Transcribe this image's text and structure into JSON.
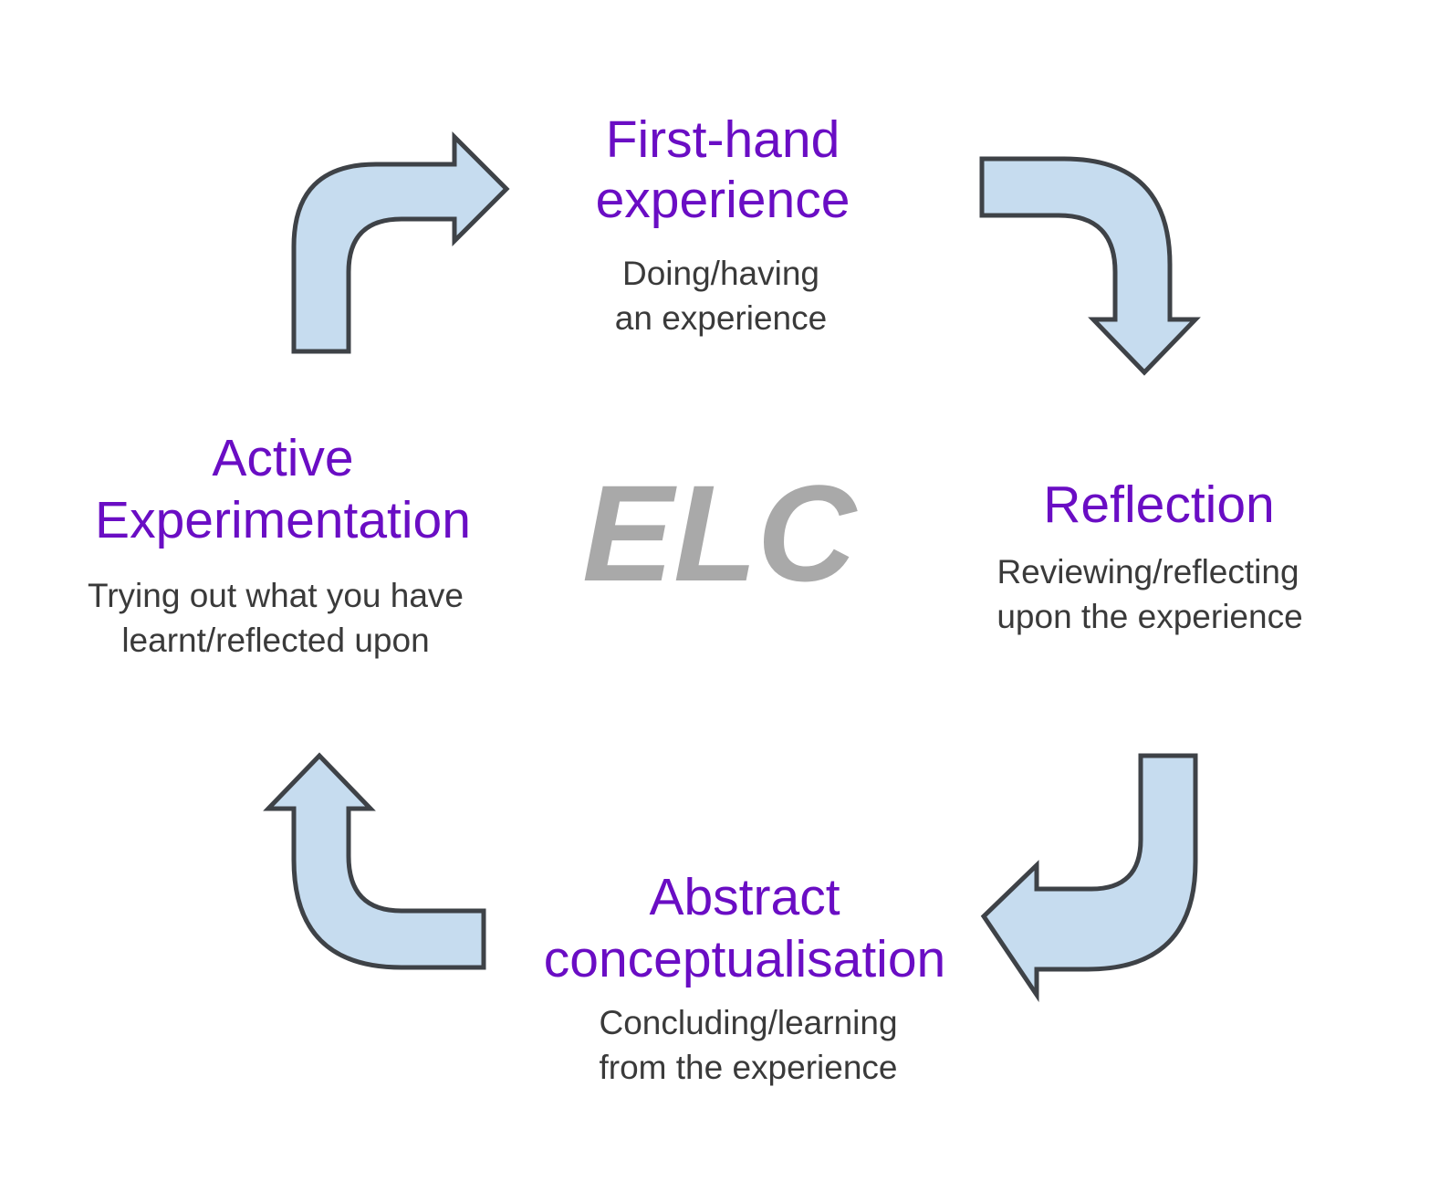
{
  "diagram": {
    "center_label": "ELC",
    "colors": {
      "title": "#6a0dc4",
      "description": "#3a3a3a",
      "center": "#a9a9a9",
      "arrow_fill": "#c6dcef",
      "arrow_stroke": "#3e4247"
    },
    "stages": {
      "top": {
        "title_line1": "First-hand",
        "title_line2": "experience",
        "desc_line1": "Doing/having",
        "desc_line2": "an experience"
      },
      "right": {
        "title_line1": "Reflection",
        "desc_line1": "Reviewing/reflecting",
        "desc_line2": "upon the experience"
      },
      "bottom": {
        "title_line1": "Abstract",
        "title_line2": "conceptualisation",
        "desc_line1": "Concluding/learning",
        "desc_line2": "from the experience"
      },
      "left": {
        "title_line1": "Active",
        "title_line2": "Experimentation",
        "desc_line1": "Trying out what you have",
        "desc_line2": "learnt/reflected upon"
      }
    },
    "arrows": [
      {
        "name": "arrow-left-to-top",
        "direction": "up-then-right"
      },
      {
        "name": "arrow-top-to-right",
        "direction": "right-then-down"
      },
      {
        "name": "arrow-right-to-bottom",
        "direction": "down-then-left"
      },
      {
        "name": "arrow-bottom-to-left",
        "direction": "left-then-up"
      }
    ]
  }
}
